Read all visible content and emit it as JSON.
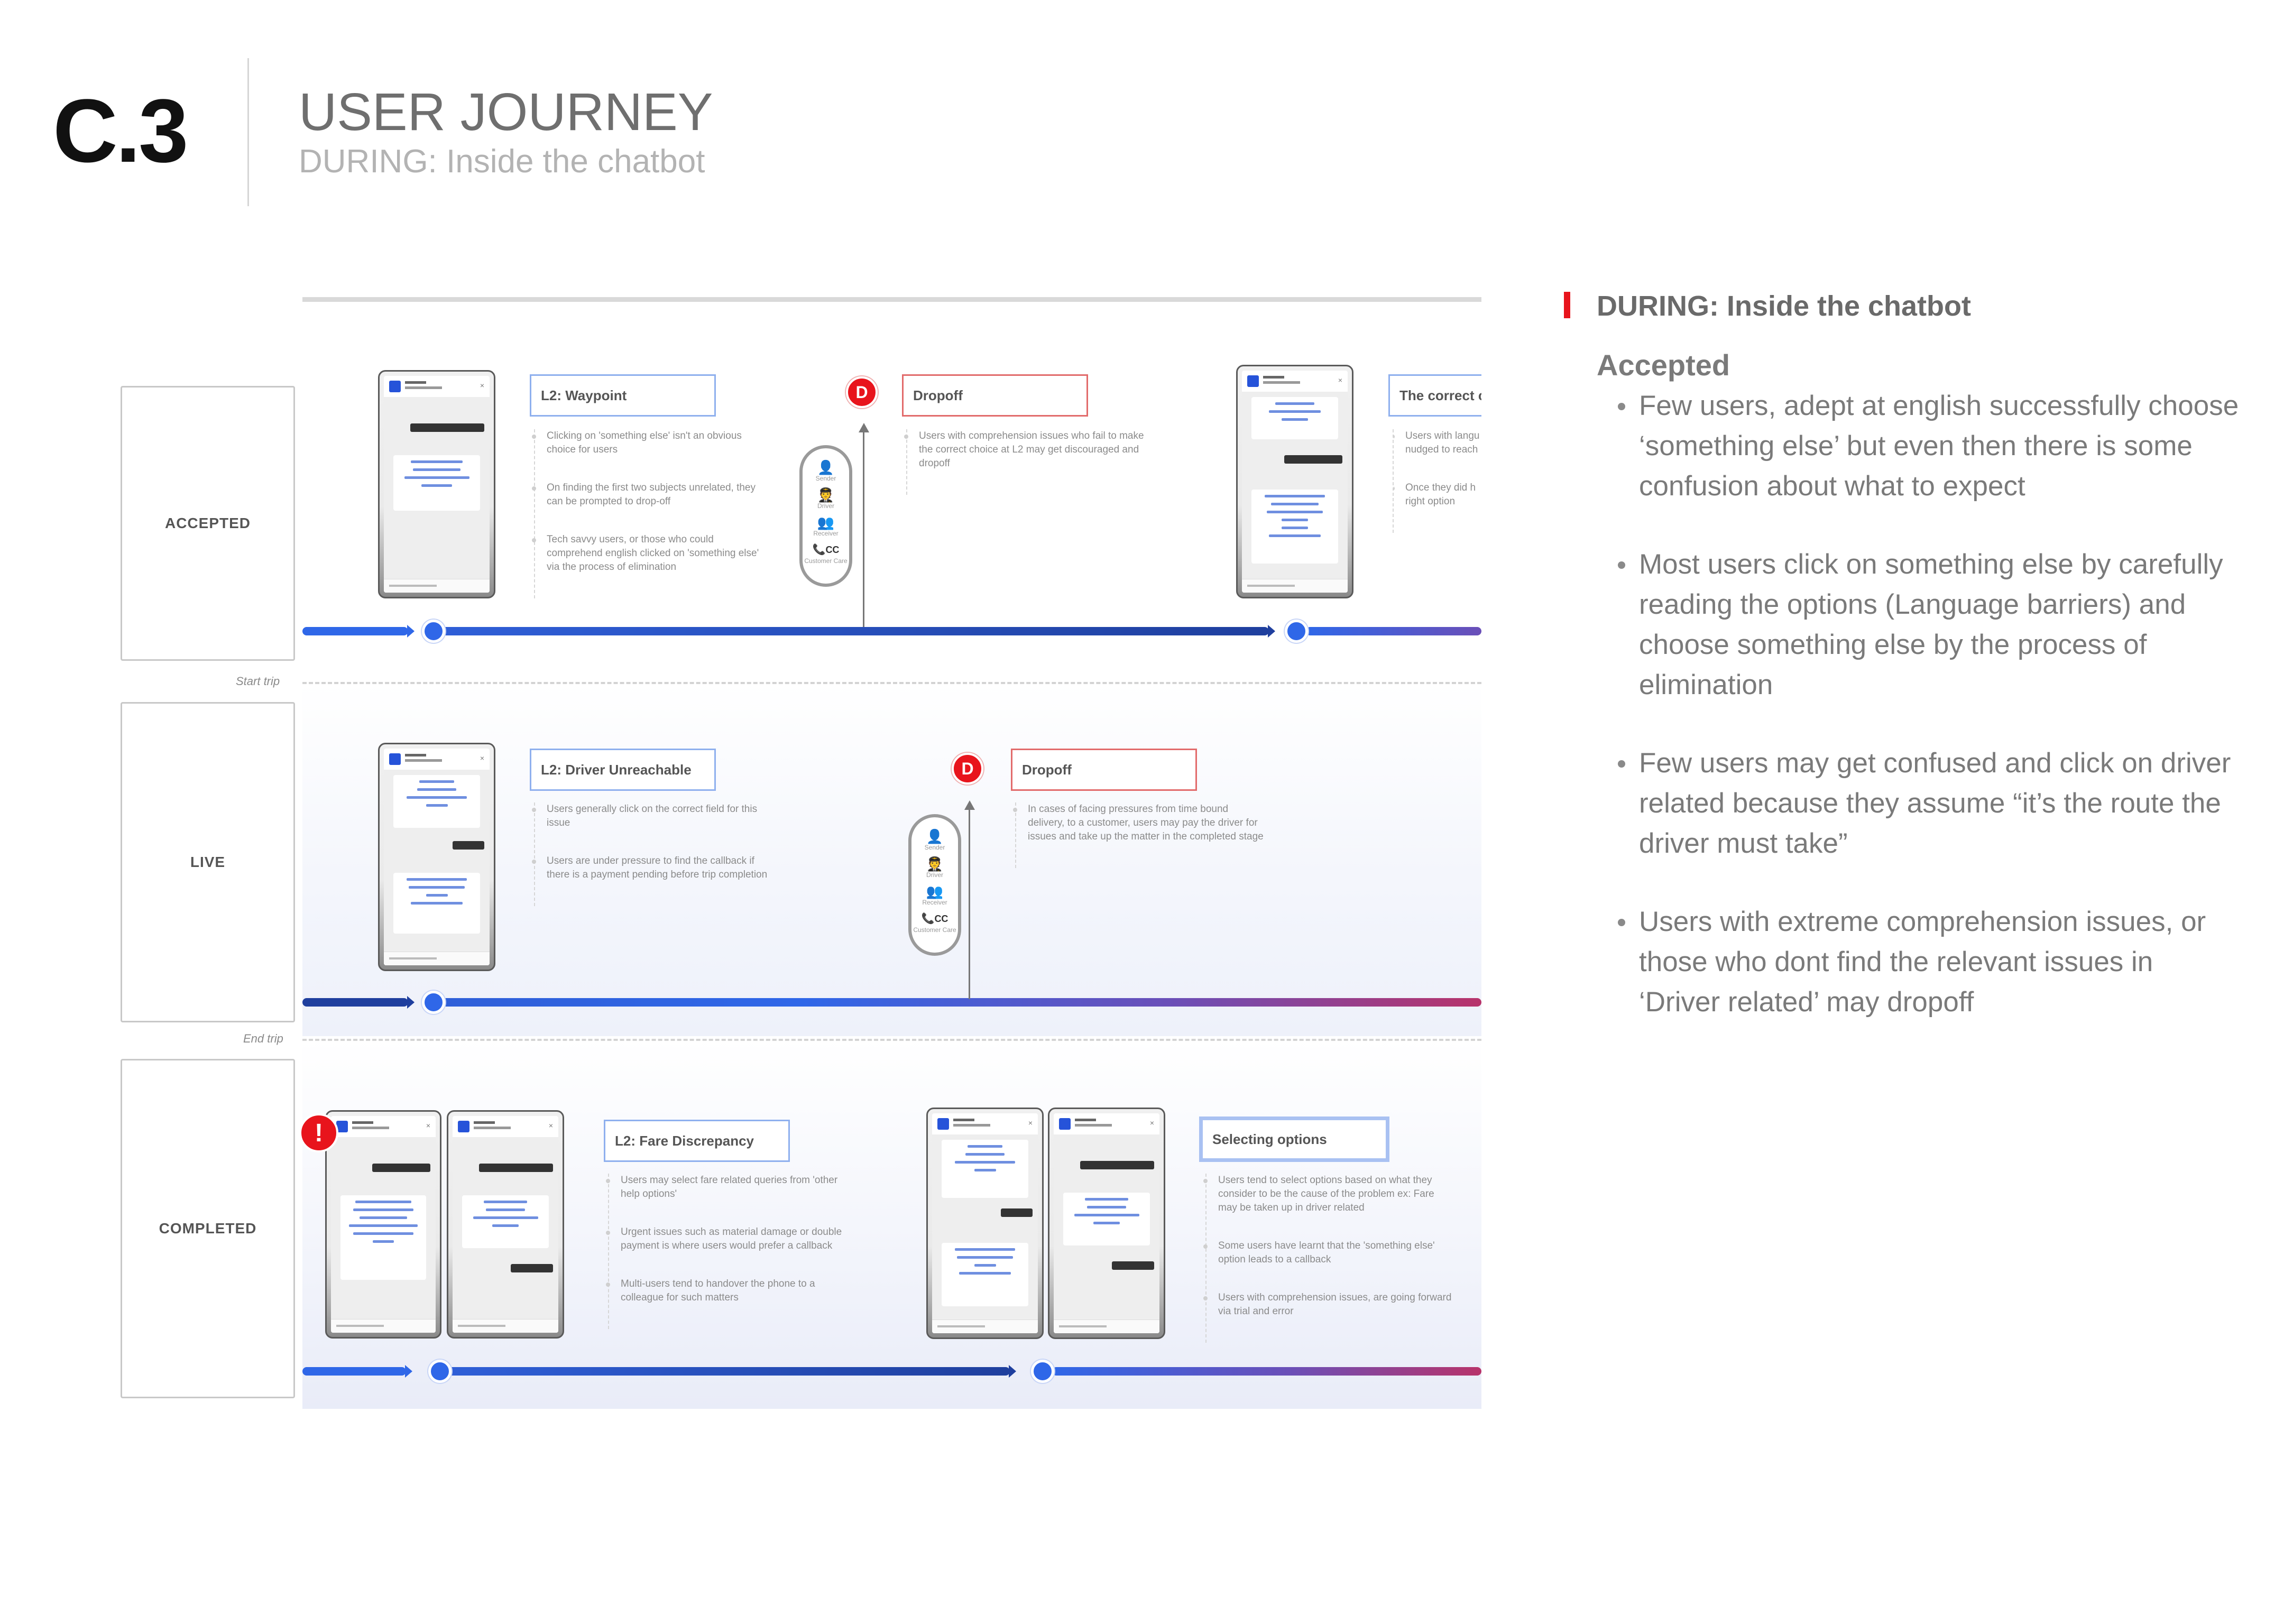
{
  "header": {
    "code": "C.3",
    "title": "USER JOURNEY",
    "subtitle": "DURING: Inside the chatbot"
  },
  "lanes": {
    "accepted": "ACCEPTED",
    "live": "LIVE",
    "completed": "COMPLETED"
  },
  "dividers": {
    "start_trip": "Start trip",
    "end_trip": "End trip"
  },
  "marker_letter": "D",
  "alert_glyph": "!",
  "actors": {
    "sender": "Sender",
    "driver": "Driver",
    "receiver": "Receiver",
    "customer_care": "Customer Care",
    "cc": "CC"
  },
  "accepted_steps": {
    "waypoint": {
      "title": "L2: Waypoint",
      "notes": [
        "Clicking on 'something else' isn't an obvious choice for users",
        "On finding the first two subjects unrelated, they can be prompted to drop-off",
        "Tech savvy users, or those who could comprehend english clicked on 'something else' via the process of elimination"
      ]
    },
    "dropoff": {
      "title": "Dropoff",
      "notes": [
        "Users with comprehension issues who fail to make the correct choice at L2 may get discouraged and dropoff"
      ]
    },
    "correct": {
      "title": "The correct c",
      "notes": [
        "Users with langu nudged to reach",
        "Once they did h right option"
      ]
    }
  },
  "live_steps": {
    "driver_unreachable": {
      "title": "L2: Driver Unreachable",
      "notes": [
        "Users generally click on the correct field for this issue",
        "Users are under pressure to find the callback if there is a payment pending before trip completion"
      ]
    },
    "dropoff": {
      "title": "Dropoff",
      "notes": [
        "In cases of facing pressures from time bound delivery, to a customer, users may pay the driver for issues and take up the matter in the completed stage"
      ]
    }
  },
  "completed_steps": {
    "fare": {
      "title": "L2: Fare Discrepancy",
      "notes": [
        "Users may select fare related queries from 'other help options'",
        "Urgent issues such as material damage or double payment is where users would prefer a callback",
        "Multi-users tend to handover the phone to a colleague for such matters"
      ]
    },
    "selecting": {
      "title": "Selecting options",
      "notes": [
        "Users tend to select options based on what they consider to be the cause of the problem ex: Fare may be taken up in driver related",
        "Some users have learnt that the 'something else' option leads to a callback",
        "Users with comprehension issues, are going forward via trial and error"
      ]
    }
  },
  "right_panel": {
    "heading": "DURING: Inside the chatbot",
    "subheading": "Accepted",
    "bullets": [
      "Few users, adept at english successfully choose ‘something else’ but even then there is some confusion about what to expect",
      "Most users click on something else by carefully reading the options (Language barriers) and choose something else by the process of elimination",
      "Few users may get confused and click on driver related because they assume “it’s the route the driver must take”",
      "Users with extreme comprehension issues, or those who dont find the relevant issues in ‘Driver related’ may dropoff"
    ]
  },
  "colors": {
    "accent_blue": "#2f67e8",
    "deep_blue": "#1f3f9e",
    "purple": "#6a4fb8",
    "crimson": "#b8336a",
    "dropoff_red": "#e8141c"
  }
}
